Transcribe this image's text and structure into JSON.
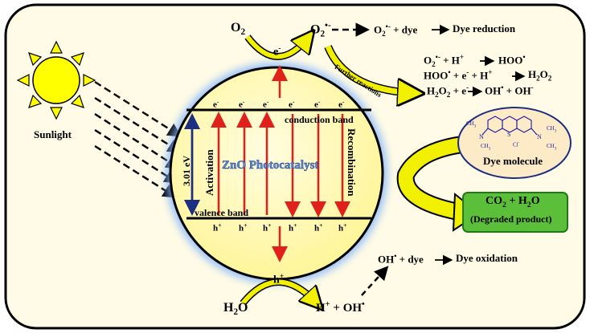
{
  "labels": {
    "sunlight": "Sunlight",
    "electron": "e",
    "electron_sup": "-",
    "hole": "h",
    "hole_sup": "+",
    "conduction_band": "conduction band",
    "valence_band": "valence band",
    "band_gap": "3.01 eV",
    "activation": "Activation",
    "recombination": "Recombination",
    "catalyst": "ZnO Photocatalyst",
    "further_reactions": "Further reactions",
    "dye_molecule": "Dye molecule",
    "degraded_product": "(Degraded product)"
  },
  "species": {
    "o2": "O",
    "o2_sub": "2",
    "superoxide": "O",
    "superoxide_sub": "2",
    "superoxide_sup": "•-",
    "h2o": "H",
    "h2o_sub": "2",
    "h2o_tail": "O",
    "h_plus_oh": "H",
    "h_plus_oh_sup": "+",
    "h_plus_oh_tail": " + OH",
    "h_plus_oh_dot": "•"
  },
  "reactions": {
    "r1_a": "O",
    "r1_sub": "2",
    "r1_sup": "•-",
    "r1_b": " + dye",
    "r1_c": "Dye reduction",
    "r2_a": "O",
    "r2_sub": "2",
    "r2_sup": "•-",
    "r2_b": " + H",
    "r2_sup2": "+",
    "r2_c": "HOO",
    "r2_dot": "•",
    "r3_a": "HOO",
    "r3_dot": "•",
    "r3_b": " + e",
    "r3_sup": "-",
    "r3_c": " + H",
    "r3_sup2": "+",
    "r3_d": "H",
    "r3_sub": "2",
    "r3_e": "O",
    "r3_sub2": "2",
    "r4_a": "H",
    "r4_sub": "2",
    "r4_b": "O",
    "r4_sub2": "2",
    "r4_c": " + e",
    "r4_sup": "-",
    "r4_d": "OH",
    "r4_dot": "•",
    "r4_e": " + OH",
    "r4_sup2": "-",
    "r5_a": "OH",
    "r5_dot": "•",
    "r5_b": " + dye",
    "r5_c": "Dye oxidation"
  },
  "product": {
    "a": "CO",
    "sub": "2",
    "b": " + H",
    "sub2": "2",
    "c": "O"
  },
  "molecule": {
    "ch3": "CH",
    "ch3_sub": "3",
    "n": "N",
    "s": "S",
    "cl": "Cl",
    "cl_sup": "-"
  },
  "colors": {
    "border": "#000000",
    "frame_fill": "#fffbe6",
    "sphere_fill": "#fffcc0",
    "sphere_glow": "#7fb3ff",
    "sun": "#ffff00",
    "arrow_red": "#e0201a",
    "arrow_navy": "#1c2f80",
    "yellow_arrow": "#f0f000",
    "molecule_fill": "#fdebc8",
    "molecule_text": "#1a1aa0",
    "product_fill": "#5cbf3a",
    "catalyst_text": "#5a8ed1"
  }
}
